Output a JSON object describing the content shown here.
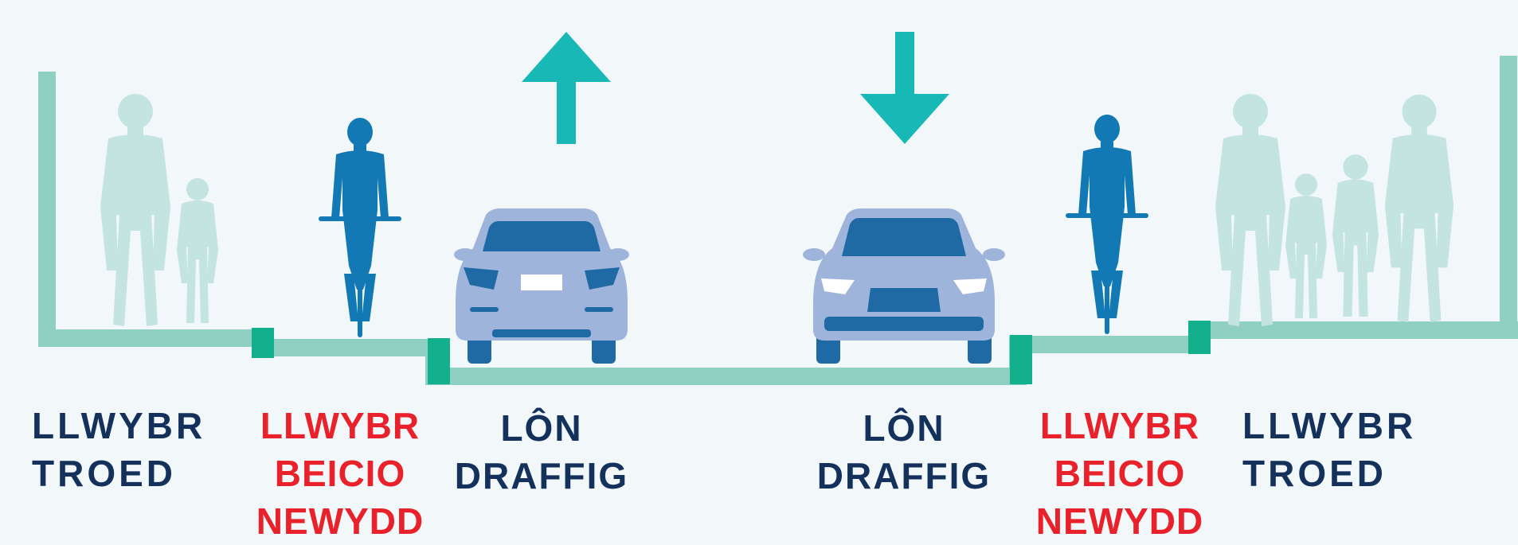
{
  "colors": {
    "background": "#f2f7f9",
    "kerb_line": "#8fd0c3",
    "kerb_step": "#13b08e",
    "arrow": "#17b8b5",
    "pedestrian": "#c3e4e1",
    "cyclist": "#1279b4",
    "car_body": "#9fb4db",
    "car_dark": "#1f6aa5",
    "footway_label": "#14315c",
    "new_cycle_label": "#e8212a"
  },
  "icons": {
    "up_arrow": "arrow-up-icon",
    "down_arrow": "arrow-down-icon",
    "pedestrians": "pedestrian-icon",
    "cyclists": "cyclist-icon",
    "cars": "car-icon"
  },
  "labels": {
    "footway_left": [
      "LLWYBR",
      "TROED"
    ],
    "cycleway_left": [
      "LLWYBR",
      "BEICIO",
      "NEWYDD"
    ],
    "lane_left": [
      "LÔN",
      "DRAFFIG"
    ],
    "lane_right": [
      "LÔN",
      "DRAFFIG"
    ],
    "cycleway_right": [
      "LLWYBR",
      "BEICIO",
      "NEWYDD"
    ],
    "footway_right": [
      "LLWYBR",
      "TROED"
    ]
  }
}
